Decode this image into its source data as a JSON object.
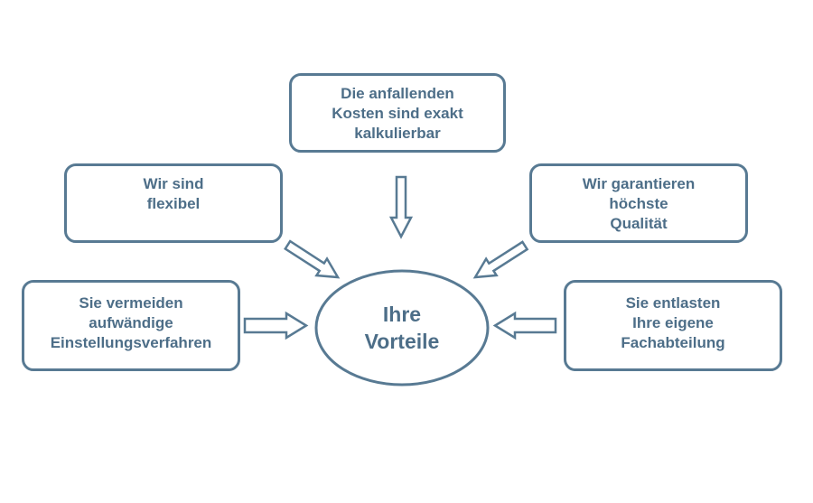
{
  "center": {
    "lines": [
      "Ihre",
      "Vorteile"
    ]
  },
  "boxes": {
    "top": {
      "lines": [
        "Die anfallenden",
        "Kosten sind exakt",
        "kalkulierbar"
      ]
    },
    "upper_left": {
      "lines": [
        "Wir sind",
        "flexibel"
      ]
    },
    "upper_right": {
      "lines": [
        "Wir garantieren",
        "höchste",
        "Qualität"
      ]
    },
    "lower_left": {
      "lines": [
        "Sie vermeiden",
        "aufwändige",
        "Einstellungsverfahren"
      ]
    },
    "lower_right": {
      "lines": [
        "Sie entlasten",
        "Ihre eigene",
        "Fachabteilung"
      ]
    }
  },
  "colors": {
    "stroke": "#587a93",
    "text": "#4d6e88",
    "background": "#ffffff"
  }
}
